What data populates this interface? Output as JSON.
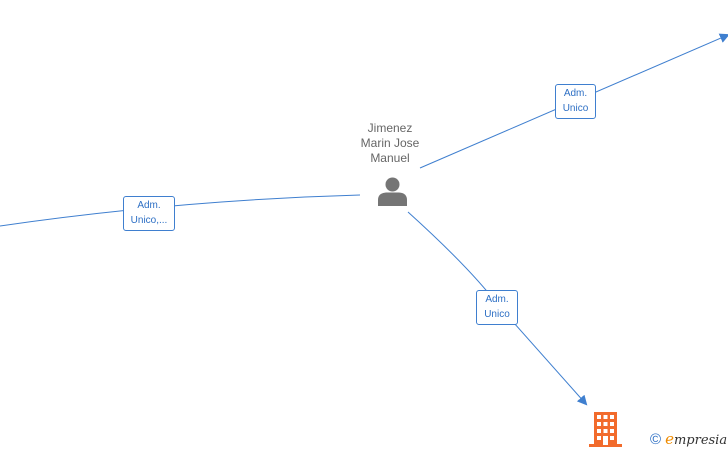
{
  "person": {
    "name_lines": [
      "Jimenez",
      "Marin Jose",
      "Manuel"
    ],
    "icon": "person-icon"
  },
  "edges": [
    {
      "label_lines": [
        "Adm.",
        "Unico,..."
      ],
      "direction": "from-left"
    },
    {
      "label_lines": [
        "Adm.",
        "Unico"
      ],
      "direction": "to-top-right"
    },
    {
      "label_lines": [
        "Adm.",
        "Unico"
      ],
      "direction": "to-bottom-company"
    }
  ],
  "company": {
    "icon": "building-icon"
  },
  "brand": {
    "copyright_symbol": "©",
    "logo_first_letter": "e",
    "logo_rest": "mpresia"
  },
  "colors": {
    "edge": "#3f7fcf",
    "label_text": "#2d6fc4",
    "person_icon": "#757575",
    "company_icon": "#f26b2c",
    "brand_accent": "#f08c00"
  }
}
